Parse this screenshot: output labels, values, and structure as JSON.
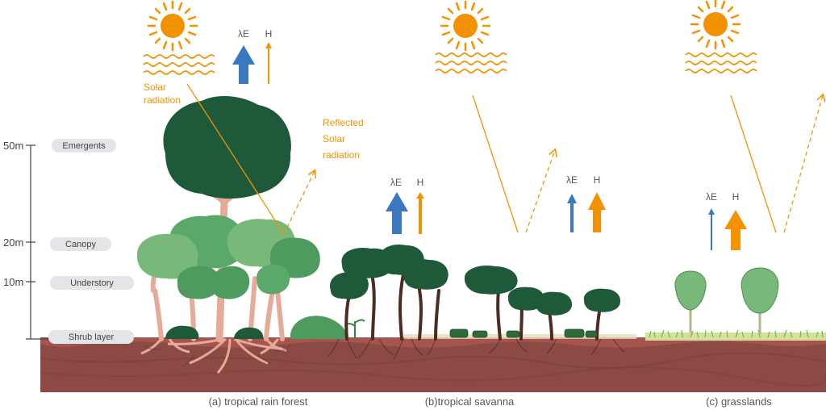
{
  "heights": [
    {
      "label": "50m"
    },
    {
      "label": "20m"
    },
    {
      "label": "10m"
    }
  ],
  "layers": [
    "Emergents",
    "Canopy",
    "Understory",
    "Shrub layer"
  ],
  "annotations": {
    "solar_line1": "Solar",
    "solar_line2": "radiation",
    "reflected_line1": "Reflected",
    "reflected_line2": "Solar",
    "reflected_line3": "radiation"
  },
  "fluxes": {
    "latent": "λE",
    "sensible": "H"
  },
  "captions": {
    "rainforest": "(a) tropical rain forest",
    "savanna": "(b)tropical savanna",
    "grasslands": "(c) grasslands"
  },
  "colors": {
    "sun": "#f39200",
    "latent_arrow": "#3a78c0",
    "sensible_arrow": "#f39200",
    "soil": "#8b4a44",
    "soil_top": "#a6544e",
    "canopy_dark": "#1e5a3a",
    "canopy_mid": "#4f9a5f",
    "canopy_light": "#78b878",
    "trunk_rainforest": "#e6aa98",
    "trunk_savanna": "#4a2c22",
    "layer_box": "#e4e5e8"
  }
}
